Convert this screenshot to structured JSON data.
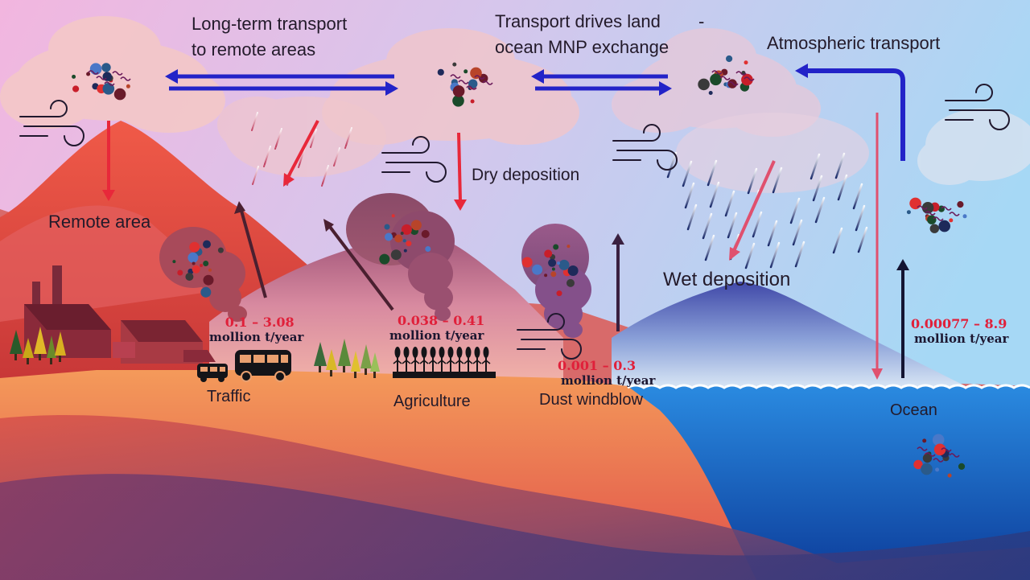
{
  "labels": {
    "long_term_transport_1": "Long-term transport",
    "long_term_transport_2": "to remote areas",
    "land_ocean_exchange_1": "Transport drives land",
    "land_ocean_exchange_dash": "-",
    "land_ocean_exchange_2": "ocean MNP exchange",
    "atmospheric_transport": "Atmospheric transport",
    "remote_area": "Remote area",
    "dry_deposition": "Dry deposition",
    "wet_deposition": "Wet deposition",
    "traffic": "Traffic",
    "agriculture": "Agriculture",
    "dust_windblow": "Dust windblow",
    "ocean": "Ocean"
  },
  "fluxes": {
    "traffic": {
      "value": "0.1 – 3.08",
      "unit": "mollion t/year"
    },
    "agriculture": {
      "value": "0.038 – 0.41",
      "unit": "mollion t/year"
    },
    "dust": {
      "value": "0.001 – 0.3",
      "unit": "mollion t/year"
    },
    "ocean": {
      "value": "0.00077 – 8.9",
      "unit": "mollion t/year"
    }
  },
  "colors": {
    "transport_arrow": "#2323c8",
    "deposition_arrow": "#e8283a",
    "emission_arrow": "#4a2030",
    "wet_arrow": "#e0506e",
    "sky_left": "#f0b8e0",
    "sky_right": "#a8d8f4",
    "ocean": "#1c6cc8",
    "land": "#e87048"
  }
}
